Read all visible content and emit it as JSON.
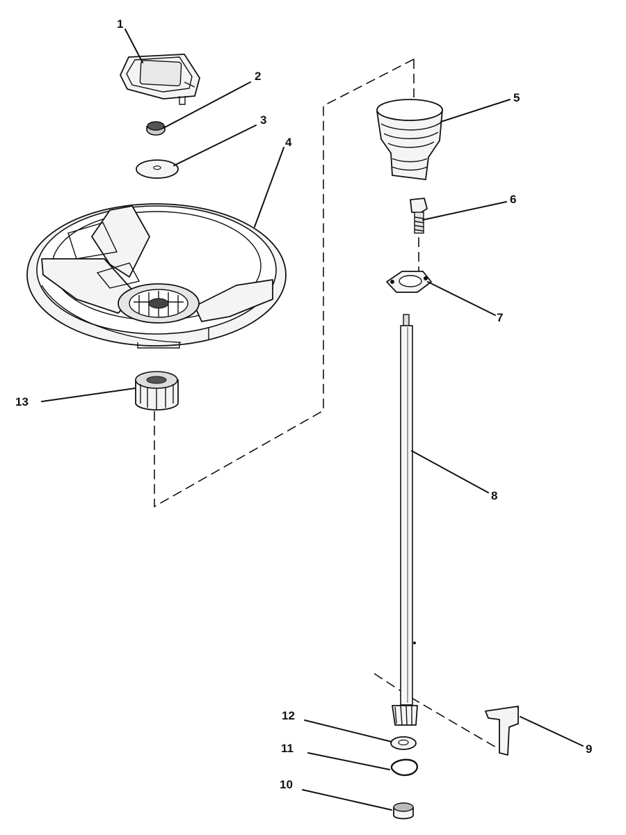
{
  "diagram": {
    "callouts": [
      "1",
      "2",
      "3",
      "4",
      "5",
      "6",
      "7",
      "8",
      "9",
      "10",
      "11",
      "12",
      "13"
    ]
  }
}
